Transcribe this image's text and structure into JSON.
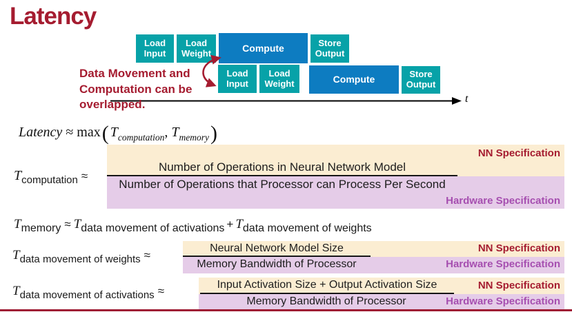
{
  "title": "Latency",
  "timeline": {
    "row1": {
      "box1": "Load Input",
      "box2": "Load Weight",
      "box3": "Compute",
      "box4": "Store Output"
    },
    "row2": {
      "box1": "Load Input",
      "box2": "Load Weight",
      "box3": "Compute",
      "box4": "Store Output"
    },
    "axis_label": "t",
    "note": {
      "line1": "Data Movement and",
      "line2": "Computation can be",
      "line3": "overlapped."
    }
  },
  "latency_formula": {
    "lhs": "Latency",
    "approx": "≈",
    "max": "max",
    "open": "(",
    "T1": "T",
    "sub1": "computation",
    "comma": ",",
    "T2": "T",
    "sub2": "memory",
    "close": ")"
  },
  "computation": {
    "T": "T",
    "sub": "computation",
    "approx": "≈",
    "numerator": "Number of Operations in Neural Network Model",
    "denominator": "Number of Operations that Processor can Process Per Second",
    "nn_label": "NN Specification",
    "hw_label": "Hardware Specification"
  },
  "memory": {
    "T1": "T",
    "sub1": "memory",
    "approx": "≈",
    "T2": "T",
    "sub2": "data movement of activations",
    "plus": "+",
    "T3": "T",
    "sub3": "data movement of weights"
  },
  "weights": {
    "T": "T",
    "sub": "data movement of weights",
    "approx": "≈",
    "numerator": "Neural Network Model Size",
    "denominator": "Memory Bandwidth of Processor",
    "nn_label": "NN Specification",
    "hw_label": "Hardware Specification"
  },
  "activations": {
    "T": "T",
    "sub": "data movement of activations",
    "approx": "≈",
    "numerator": "Input Activation Size + Output Activation Size",
    "denominator": "Memory Bandwidth of Processor",
    "nn_label": "NN Specification",
    "hw_label": "Hardware Specification"
  },
  "colors": {
    "maroon": "#A51C30",
    "teal": "#07A2A8",
    "compute_blue": "#0D7CC1",
    "nn_band": "#FBEDD2",
    "hw_band": "#E5CCE8",
    "hw_text": "#A64FB0"
  }
}
